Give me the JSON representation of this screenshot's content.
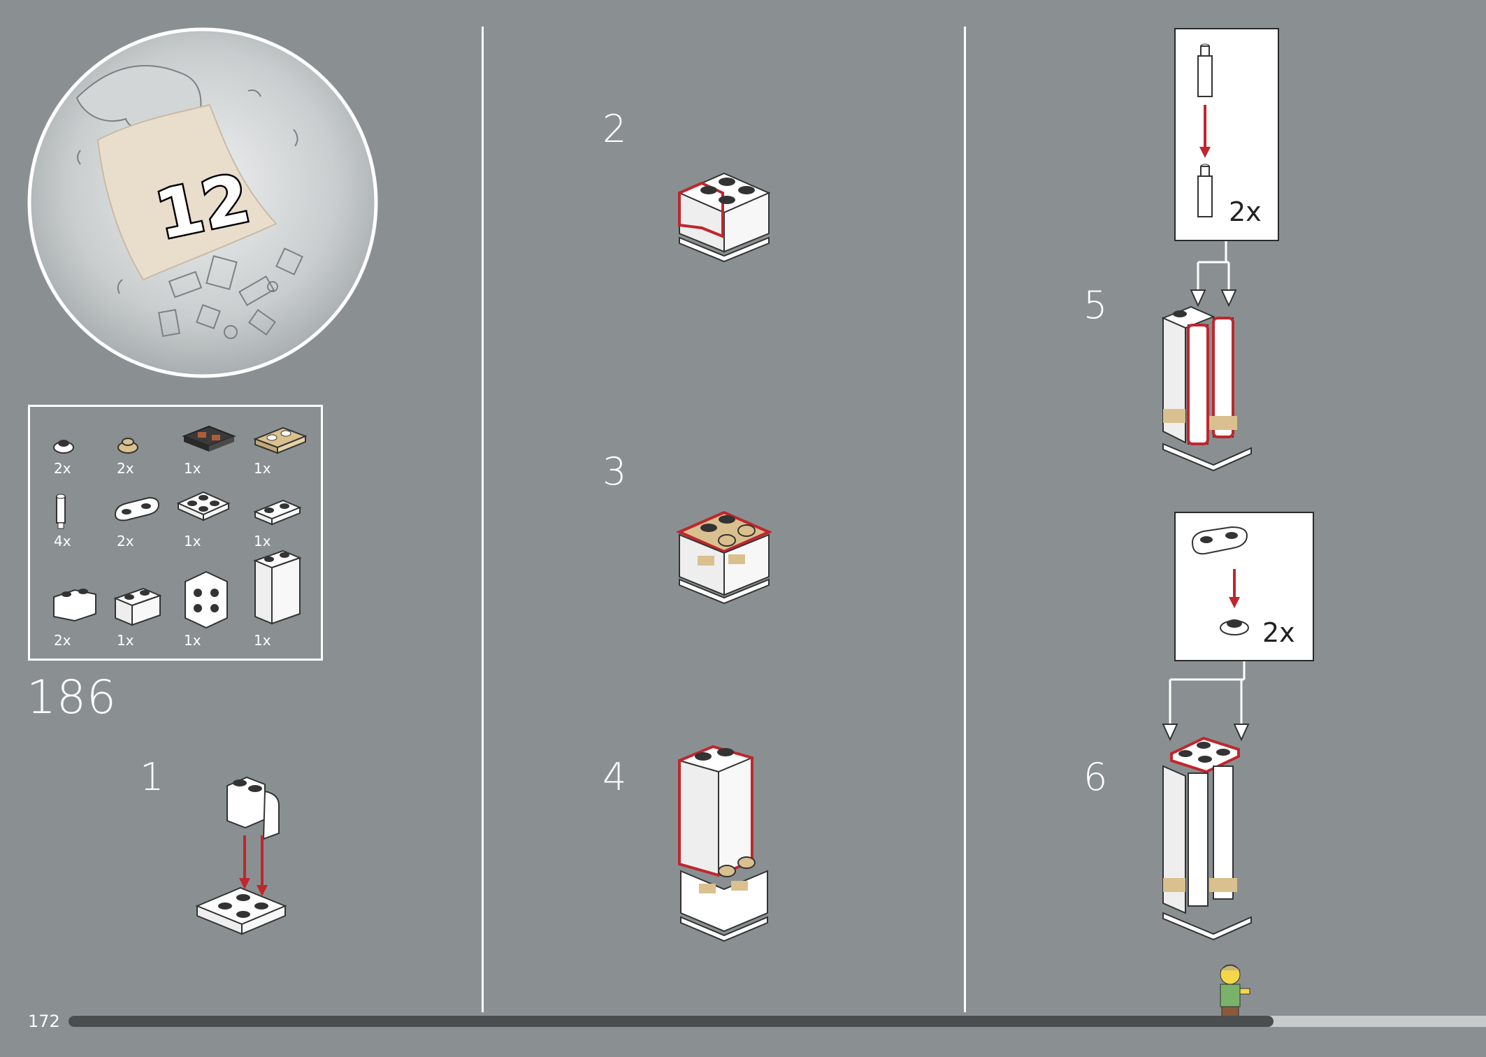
{
  "bag": {
    "number": "12"
  },
  "inventory": {
    "items": [
      {
        "count": "2x",
        "icon": "round-plate-1x1-white-icon"
      },
      {
        "count": "2x",
        "icon": "round-plate-1x1-tan-icon"
      },
      {
        "count": "1x",
        "icon": "printed-tile-2x2-dark-icon"
      },
      {
        "count": "1x",
        "icon": "plate-1x2-tan-icon"
      },
      {
        "count": "4x",
        "icon": "bar-holder-white-icon"
      },
      {
        "count": "2x",
        "icon": "plate-1x2-rounded-white-icon"
      },
      {
        "count": "1x",
        "icon": "plate-2x2-white-icon"
      },
      {
        "count": "1x",
        "icon": "plate-1x2-white-icon"
      },
      {
        "count": "2x",
        "icon": "brick-1x2-rounded-white-icon"
      },
      {
        "count": "1x",
        "icon": "brick-1x2-white-icon"
      },
      {
        "count": "1x",
        "icon": "bracket-2x2-white-icon"
      },
      {
        "count": "1x",
        "icon": "brick-1x2x3-white-icon"
      }
    ]
  },
  "set_step_number": "186",
  "steps": [
    {
      "number": "1"
    },
    {
      "number": "2"
    },
    {
      "number": "3"
    },
    {
      "number": "4"
    },
    {
      "number": "5",
      "callout_multiplier": "2x"
    },
    {
      "number": "6",
      "callout_multiplier": "2x"
    }
  ],
  "page_number": "172",
  "progress": {
    "fraction": 0.85
  },
  "colors": {
    "background": "#8a9091",
    "highlight": "#c0262d",
    "tan": "#d9c08e",
    "white_brick": "#ffffff",
    "progress_dark": "#4a4e4f",
    "progress_light": "#c8cbcc"
  }
}
